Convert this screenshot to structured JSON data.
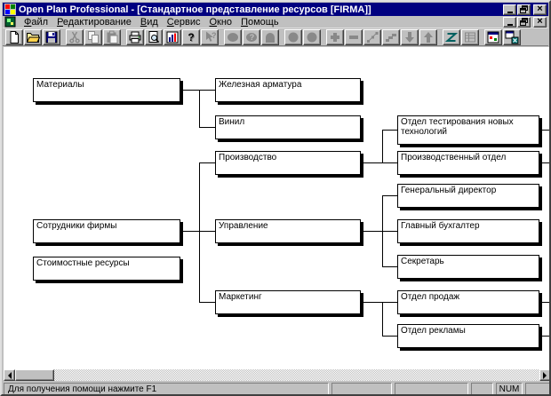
{
  "window": {
    "title": "Open Plan Professional - [Стандартное представление ресурсов [FIRMA]]",
    "controls": [
      "minimize-icon",
      "restore-icon",
      "close-icon"
    ]
  },
  "menu": {
    "items": [
      {
        "id": "file",
        "label": "Файл"
      },
      {
        "id": "edit",
        "label": "Редактирование"
      },
      {
        "id": "view",
        "label": "Вид"
      },
      {
        "id": "service",
        "label": "Сервис"
      },
      {
        "id": "window",
        "label": "Окно"
      },
      {
        "id": "help",
        "label": "Помощь"
      }
    ]
  },
  "toolbar": {
    "groups": [
      [
        {
          "icon": "new-document-icon",
          "enabled": true
        },
        {
          "icon": "open-folder-icon",
          "enabled": true
        },
        {
          "icon": "save-icon",
          "enabled": true
        }
      ],
      [
        {
          "icon": "cut-icon",
          "enabled": false
        },
        {
          "icon": "copy-icon",
          "enabled": false
        },
        {
          "icon": "paste-icon",
          "enabled": false
        }
      ],
      [
        {
          "icon": "print-icon",
          "enabled": true
        },
        {
          "icon": "print-preview-icon",
          "enabled": true
        },
        {
          "icon": "histogram-icon",
          "enabled": true
        },
        {
          "icon": "help-icon",
          "enabled": true
        },
        {
          "icon": "context-help-icon",
          "enabled": false
        }
      ],
      [
        {
          "icon": "ellipse-icon",
          "enabled": false
        },
        {
          "icon": "ellipse-help-icon",
          "enabled": false
        },
        {
          "icon": "arch-icon",
          "enabled": false
        }
      ],
      [
        {
          "icon": "circle-left-icon",
          "enabled": false
        },
        {
          "icon": "circle-right-icon",
          "enabled": false
        }
      ],
      [
        {
          "icon": "plus-icon",
          "enabled": false
        },
        {
          "icon": "minus-icon",
          "enabled": false
        },
        {
          "icon": "scatter-icon",
          "enabled": false
        },
        {
          "icon": "steps-icon",
          "enabled": false
        },
        {
          "icon": "arrow-down-icon",
          "enabled": false
        },
        {
          "icon": "arrow-up-icon",
          "enabled": false
        }
      ],
      [
        {
          "icon": "zigzag-icon",
          "enabled": true
        },
        {
          "icon": "table-icon",
          "enabled": false
        }
      ],
      [
        {
          "icon": "window-tile-icon",
          "enabled": true
        },
        {
          "icon": "window-new-icon",
          "enabled": true
        }
      ]
    ]
  },
  "diagram": {
    "nodes": [
      {
        "id": "materials",
        "label": "Материалы",
        "parent": null
      },
      {
        "id": "iron-rebar",
        "label": "Железная арматура",
        "parent": "materials"
      },
      {
        "id": "vinyl",
        "label": "Винил",
        "parent": "materials"
      },
      {
        "id": "company-employees",
        "label": "Сотрудники фирмы",
        "parent": null
      },
      {
        "id": "cost-resources",
        "label": "Стоимостные ресурсы",
        "parent": null
      },
      {
        "id": "production",
        "label": "Производство",
        "parent": "company-employees"
      },
      {
        "id": "management",
        "label": "Управление",
        "parent": "company-employees"
      },
      {
        "id": "marketing",
        "label": "Маркетинг",
        "parent": "company-employees"
      },
      {
        "id": "new-tech-testing-dept",
        "label": "Отдел тестирования новых технологий",
        "parent": "production",
        "has_offscreen_children": true
      },
      {
        "id": "production-dept",
        "label": "Производственный отдел",
        "parent": "production",
        "has_offscreen_children": true
      },
      {
        "id": "general-director",
        "label": "Генеральный директор",
        "parent": "management"
      },
      {
        "id": "chief-accountant",
        "label": "Главный бухгалтер",
        "parent": "management"
      },
      {
        "id": "secretary",
        "label": "Секретарь",
        "parent": "management"
      },
      {
        "id": "sales-dept",
        "label": "Отдел продаж",
        "parent": "marketing",
        "has_offscreen_children": true
      },
      {
        "id": "advertising-dept",
        "label": "Отдел рекламы",
        "parent": "marketing",
        "has_offscreen_children": true
      }
    ]
  },
  "statusbar": {
    "message": "Для получения помощи нажмите F1",
    "num_indicator": "NUM"
  },
  "colors": {
    "titlebar": "#000080",
    "chrome": "#c0c0c0",
    "canvas": "#ffffff",
    "node_border": "#000000"
  }
}
